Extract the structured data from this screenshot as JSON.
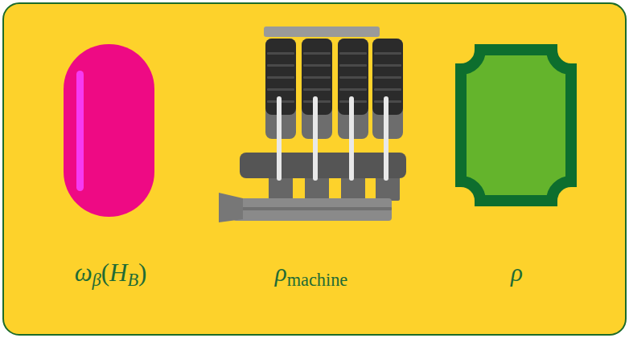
{
  "diagram": {
    "nodes": [
      {
        "text": [
          "ωβ(HB)"
        ]
      },
      {
        "text": [
          "ρmachine"
        ]
      },
      {
        "text": [
          "ρ"
        ]
      }
    ]
  }
}
